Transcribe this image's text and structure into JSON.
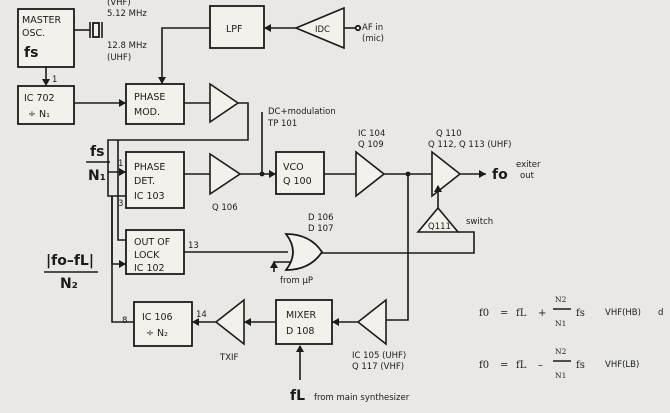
{
  "oscillator": {
    "title_line1": "MASTER",
    "title_line2": "OSC.",
    "symbol": "fs",
    "vhf_freq": "5.12 MHz",
    "vhf_band": "(VHF)",
    "uhf_freq": "12.8 MHz",
    "uhf_band": "(UHF)"
  },
  "lpf": {
    "label": "LPF"
  },
  "idc": {
    "label": "IDC"
  },
  "af_input": {
    "label_line1": "AF in",
    "label_line2": "(mic)"
  },
  "ic702": {
    "line1": "IC 702",
    "line2": "÷ N₁"
  },
  "pin_1_osc": "1",
  "phase_mod": {
    "line1": "PHASE",
    "line2": "MOD."
  },
  "dc_mod": {
    "line1": "DC+modulation",
    "line2": "TP 101"
  },
  "fs_n1": {
    "num": "fs",
    "den": "N₁"
  },
  "phase_det": {
    "line1": "PHASE",
    "line2": "DET.",
    "line3": "IC 103",
    "pin1": "1",
    "pin3": "3"
  },
  "q106": {
    "label": "Q 106"
  },
  "vco": {
    "line1": "VCO",
    "line2": "Q 100"
  },
  "ic104": {
    "line1": "IC 104",
    "line2": "Q 109"
  },
  "q110": {
    "line1": "Q 110",
    "line2": "Q 112, Q 113 (UHF)"
  },
  "output": {
    "symbol": "fo",
    "line1": "exiter",
    "line2": "out"
  },
  "q111": {
    "label": "Q111",
    "switch_label": "switch"
  },
  "out_of_lock": {
    "line1": "OUT OF",
    "line2": "LOCK",
    "line3": "IC 102",
    "pin13": "13"
  },
  "diodes": {
    "line1": "D 106",
    "line2": "D 107",
    "from_up": "from µP"
  },
  "fo_fl": {
    "num": "|fo–fL|",
    "den": "N₂"
  },
  "ic106": {
    "line1": "IC 106",
    "line2": "÷ N₂",
    "pin8": "8",
    "pin14": "14"
  },
  "txif": {
    "label": "TXIF"
  },
  "mixer": {
    "line1": "MIXER",
    "line2": "D 108"
  },
  "ic105": {
    "line1": "IC 105 (UHF)",
    "line2": "Q 117 (VHF)"
  },
  "fl_input": {
    "symbol": "fL",
    "label": "from main synthesizer"
  },
  "formula_hb": {
    "lhs": "f0",
    "eq": "=",
    "f": "fL",
    "op": "+",
    "num": "N2",
    "den": "N1",
    "fs": "fs",
    "band": "VHF(HB)",
    "trail": "d"
  },
  "formula_lb": {
    "lhs": "f0",
    "eq": "=",
    "f": "fL",
    "op": "–",
    "num": "N2",
    "den": "N1",
    "fs": "fs",
    "band": "VHF(LB)"
  }
}
